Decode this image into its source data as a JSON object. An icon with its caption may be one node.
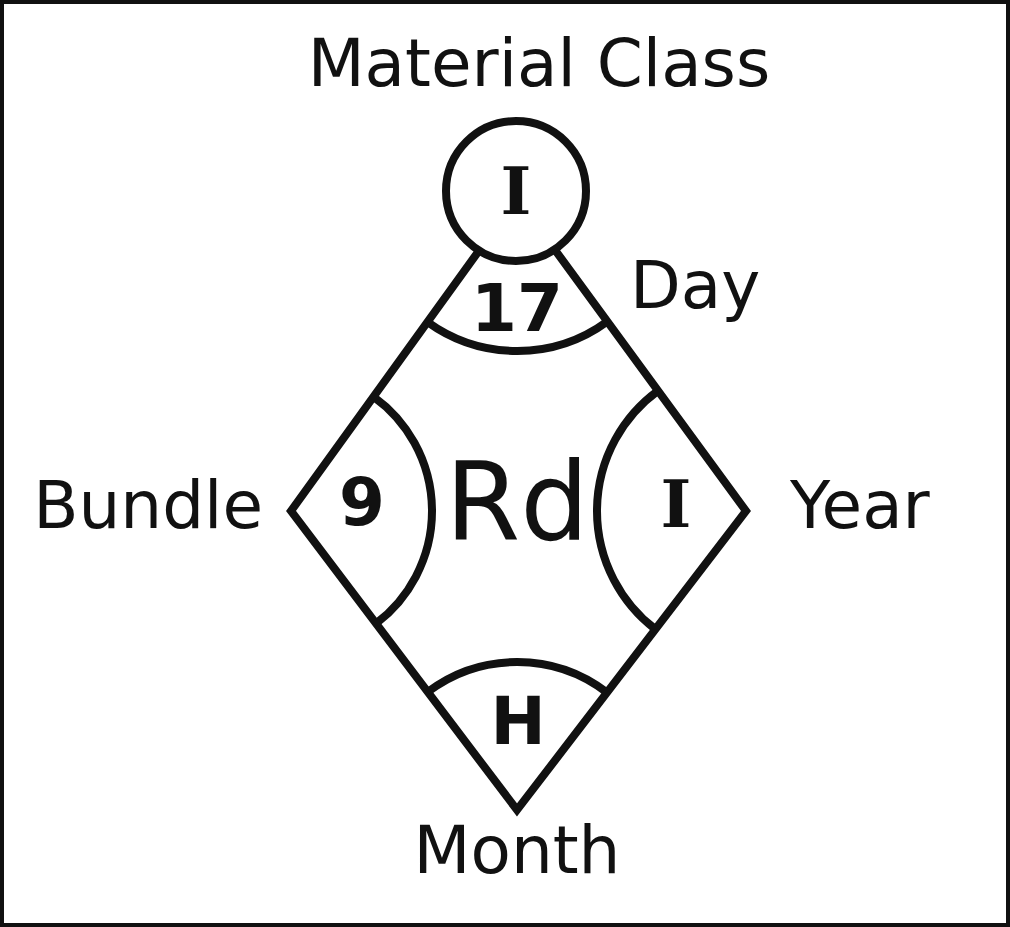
{
  "diagram": {
    "nodes": [
      {
        "text": [
          "I"
        ],
        "beside": [
          "Material Class"
        ]
      },
      {
        "text": [
          "Rd"
        ]
      },
      {
        "text": [
          "17"
        ],
        "beside": [
          "Day"
        ],
        "in": 1
      },
      {
        "text": [
          "9"
        ],
        "beside": [
          "Bundle"
        ],
        "in": 1
      },
      {
        "text": [
          "I"
        ],
        "beside": [
          "Year"
        ],
        "in": 1
      },
      {
        "text": [
          "H"
        ],
        "beside": [
          "Month"
        ],
        "in": 1
      }
    ]
  }
}
